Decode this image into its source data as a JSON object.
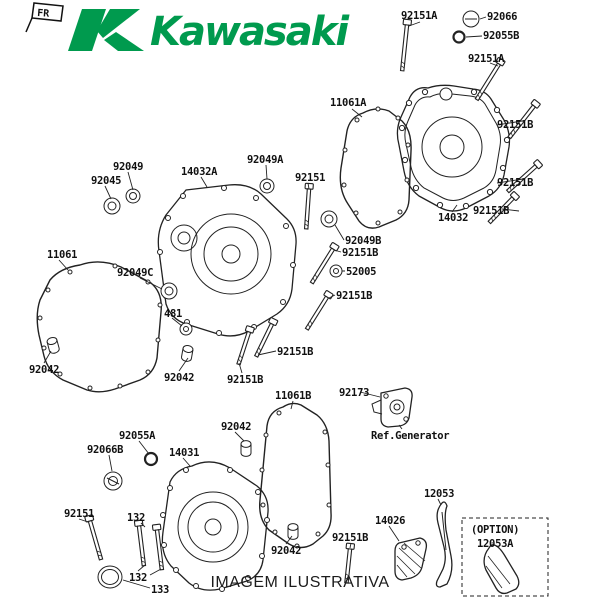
{
  "brand": {
    "name": "Kawasaki",
    "flag_text": "FR",
    "green": "#009a4e"
  },
  "caption": "IMAGEM ILUSTRATIVA",
  "labels": [
    "92151A",
    "92066",
    "92055B",
    "92151A",
    "11061A",
    "92151B",
    "92151B",
    "92151B",
    "14032",
    "92049",
    "92045",
    "14032A",
    "92049A",
    "92151",
    "92049B",
    "92151B",
    "52005",
    "92151B",
    "11061",
    "92049C",
    "481",
    "92042",
    "92042",
    "92151B",
    "92151B",
    "11061B",
    "92173",
    "Ref.Generator",
    "92055A",
    "92066B",
    "14031",
    "92042",
    "12053",
    "14026",
    "92151",
    "132",
    "92151B",
    "(OPTION)",
    "12053A",
    "92042",
    "132",
    "133"
  ]
}
